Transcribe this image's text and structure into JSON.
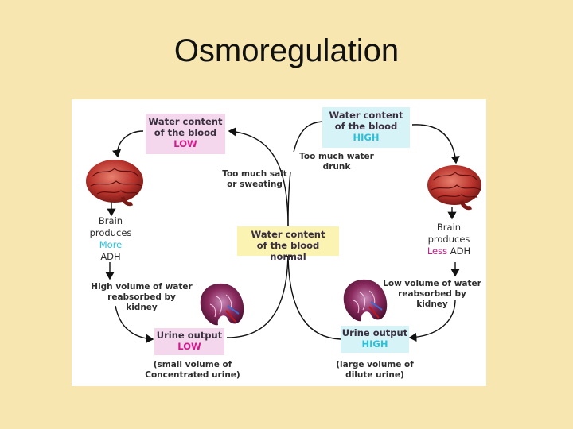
{
  "title": "Osmoregulation",
  "colors": {
    "background": "#f7e6b0",
    "pink_box": "#f4d7ec",
    "cyan_box": "#d6f3f7",
    "yellow_box": "#faf3b2",
    "pink_text": "#d21a8a",
    "cyan_text": "#2cc0d9"
  },
  "diagram": {
    "top_left_box": {
      "line1": "Water content",
      "line2": "of the blood",
      "status": "LOW"
    },
    "top_right_box": {
      "line1": "Water content",
      "line2": "of the blood",
      "status": "HIGH"
    },
    "center_box": {
      "line1": "Water content",
      "line2": "of the blood normal"
    },
    "bottom_left_box": {
      "line1": "Urine output",
      "status": "LOW"
    },
    "bottom_right_box": {
      "line1": "Urine output",
      "status": "HIGH"
    },
    "cause_left": {
      "line1": "Too much salt",
      "line2": "or sweating"
    },
    "cause_right": "Too much water drunk",
    "brain_left": {
      "line1": "Brain",
      "line2": "produces",
      "amount": "More",
      "hormone": "ADH"
    },
    "brain_right": {
      "line1": "Brain",
      "line2": "produces",
      "amount": "Less",
      "hormone": "ADH"
    },
    "kidney_left": {
      "line1": "High volume of water",
      "line2": "reabsorbed by kidney"
    },
    "kidney_right": {
      "line1": "Low volume of water",
      "line2": "reabsorbed by kidney"
    },
    "urine_note_left": {
      "line1": "(small volume of",
      "line2": "Concentrated urine)"
    },
    "urine_note_right": {
      "line1": "(large volume of",
      "line2": "dilute urine)"
    },
    "icons": [
      "brain-icon",
      "kidney-icon"
    ]
  }
}
